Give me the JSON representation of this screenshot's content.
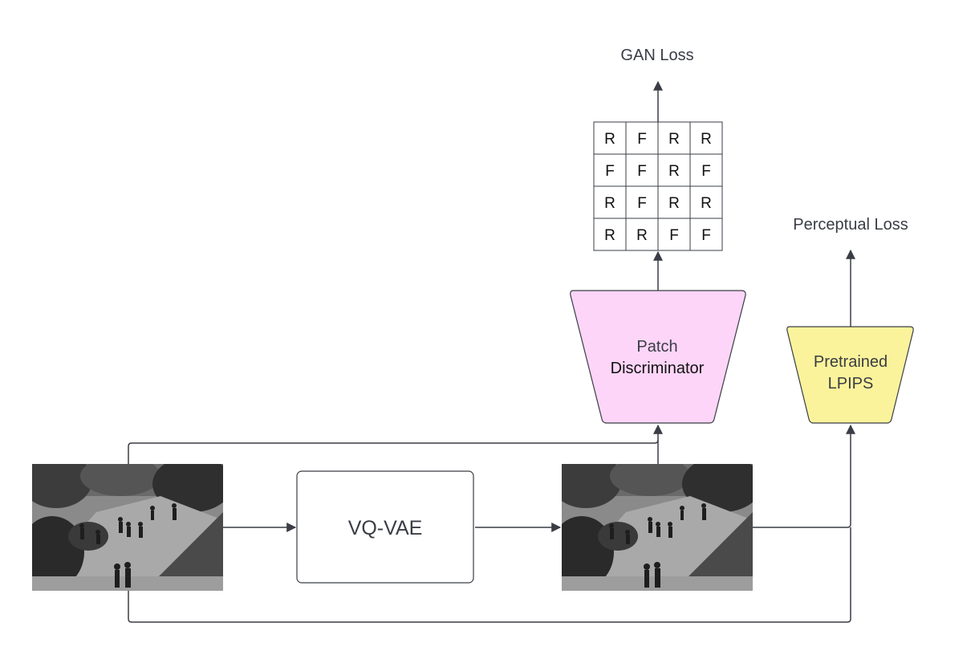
{
  "labels": {
    "gan_loss": "GAN Loss",
    "perceptual_loss": "Perceptual Loss",
    "vqvae": "VQ-VAE",
    "patch_line1": "Patch",
    "patch_line2": "Discriminator",
    "lpips_line1": "Pretrained",
    "lpips_line2": "LPIPS"
  },
  "patch_grid": [
    [
      "R",
      "F",
      "R",
      "R"
    ],
    [
      "F",
      "F",
      "R",
      "F"
    ],
    [
      "R",
      "F",
      "R",
      "R"
    ],
    [
      "R",
      "R",
      "F",
      "F"
    ]
  ],
  "colors": {
    "discriminator_fill": "#fdd5f8",
    "lpips_fill": "#fbf39b",
    "line": "#3a3d45"
  }
}
